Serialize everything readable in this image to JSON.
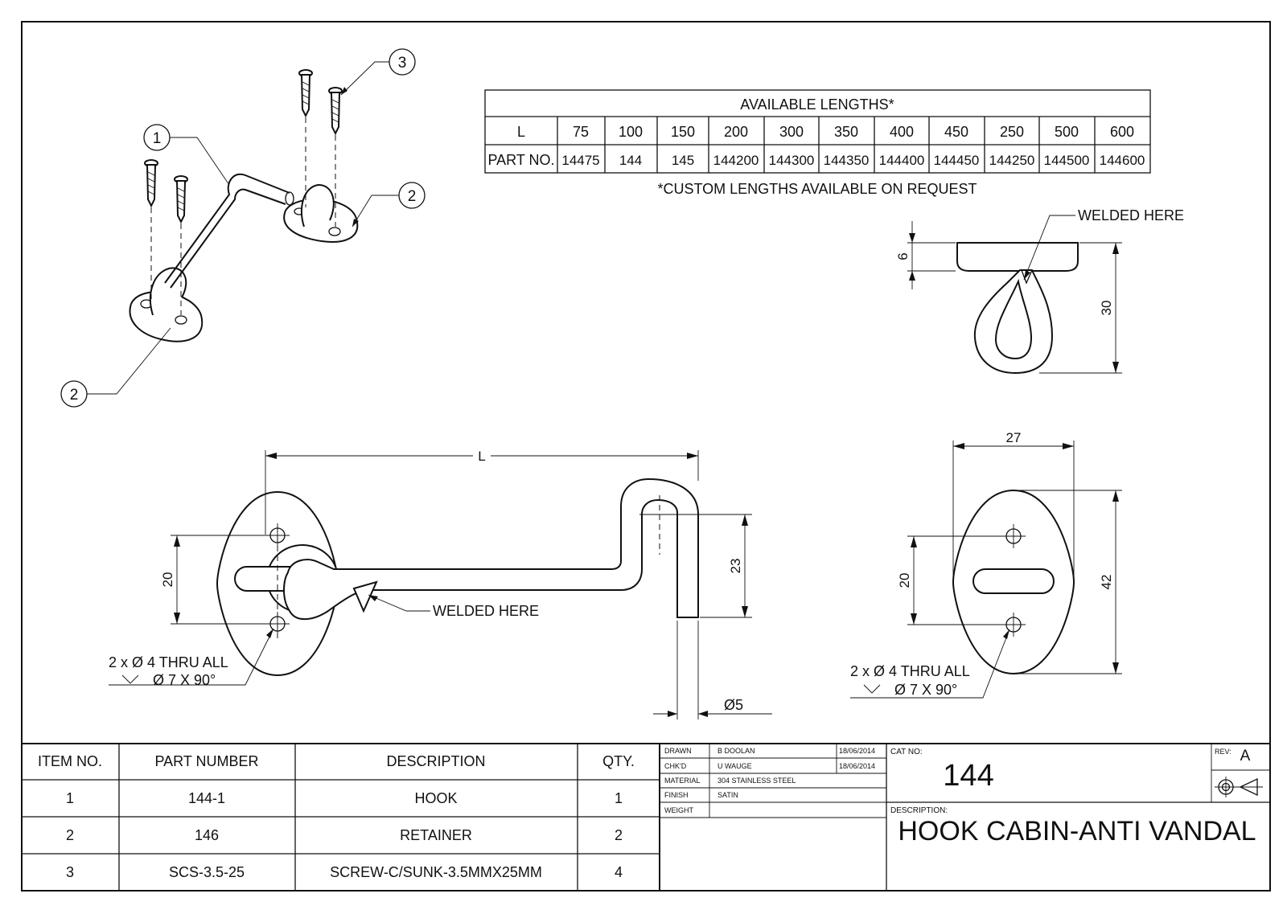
{
  "lengths_table": {
    "title": "AVAILABLE LENGTHS*",
    "row_label_length": "L",
    "row_label_part": "PART NO.",
    "lengths": [
      "75",
      "100",
      "150",
      "200",
      "300",
      "350",
      "400",
      "450",
      "250",
      "500",
      "600"
    ],
    "part_numbers": [
      "14475",
      "144",
      "145",
      "144200",
      "144300",
      "144350",
      "144400",
      "144450",
      "144250",
      "144500",
      "144600"
    ],
    "note": "*CUSTOM LENGTHS AVAILABLE ON REQUEST"
  },
  "balloons": {
    "hook": "1",
    "retainer_top": "2",
    "retainer_bottom": "2",
    "screw": "3"
  },
  "front_view": {
    "length_label": "L",
    "dim_hole_spacing": "20",
    "dim_hook_height": "23",
    "dim_rod_dia": "Ø5",
    "weld_note": "WELDED HERE",
    "hole_note_line1": "2 x Ø 4 THRU ALL",
    "hole_note_line2": "Ø 7 X 90°"
  },
  "side_view": {
    "weld_note": "WELDED HERE",
    "dim_thickness": "6",
    "dim_height": "30"
  },
  "retainer_view": {
    "dim_width": "27",
    "dim_height": "42",
    "dim_hole_spacing": "20",
    "hole_note_line1": "2 x Ø 4 THRU ALL",
    "hole_note_line2": "Ø 7 X 90°"
  },
  "bom": {
    "headers": [
      "ITEM NO.",
      "PART NUMBER",
      "DESCRIPTION",
      "QTY."
    ],
    "rows": [
      [
        "1",
        "144-1",
        "HOOK",
        "1"
      ],
      [
        "2",
        "146",
        "RETAINER",
        "2"
      ],
      [
        "3",
        "SCS-3.5-25",
        "SCREW-C/SUNK-3.5MMX25MM",
        "4"
      ]
    ]
  },
  "title_block": {
    "drawn_label": "DRAWN",
    "drawn_by": "B DOOLAN",
    "drawn_date": "18/06/2014",
    "checked_label": "CHK'D",
    "checked_by": "U WAUGE",
    "checked_date": "18/06/2014",
    "material_label": "MATERIAL",
    "material": "304 STAINLESS STEEL",
    "finish_label": "FINISH",
    "finish": "SATIN",
    "weight_label": "WEIGHT",
    "weight": "",
    "cat_no_label": "CAT NO:",
    "cat_no": "144",
    "rev_label": "REV:",
    "rev": "A",
    "description_label": "DESCRIPTION:",
    "description": "HOOK CABIN-ANTI VANDAL"
  }
}
